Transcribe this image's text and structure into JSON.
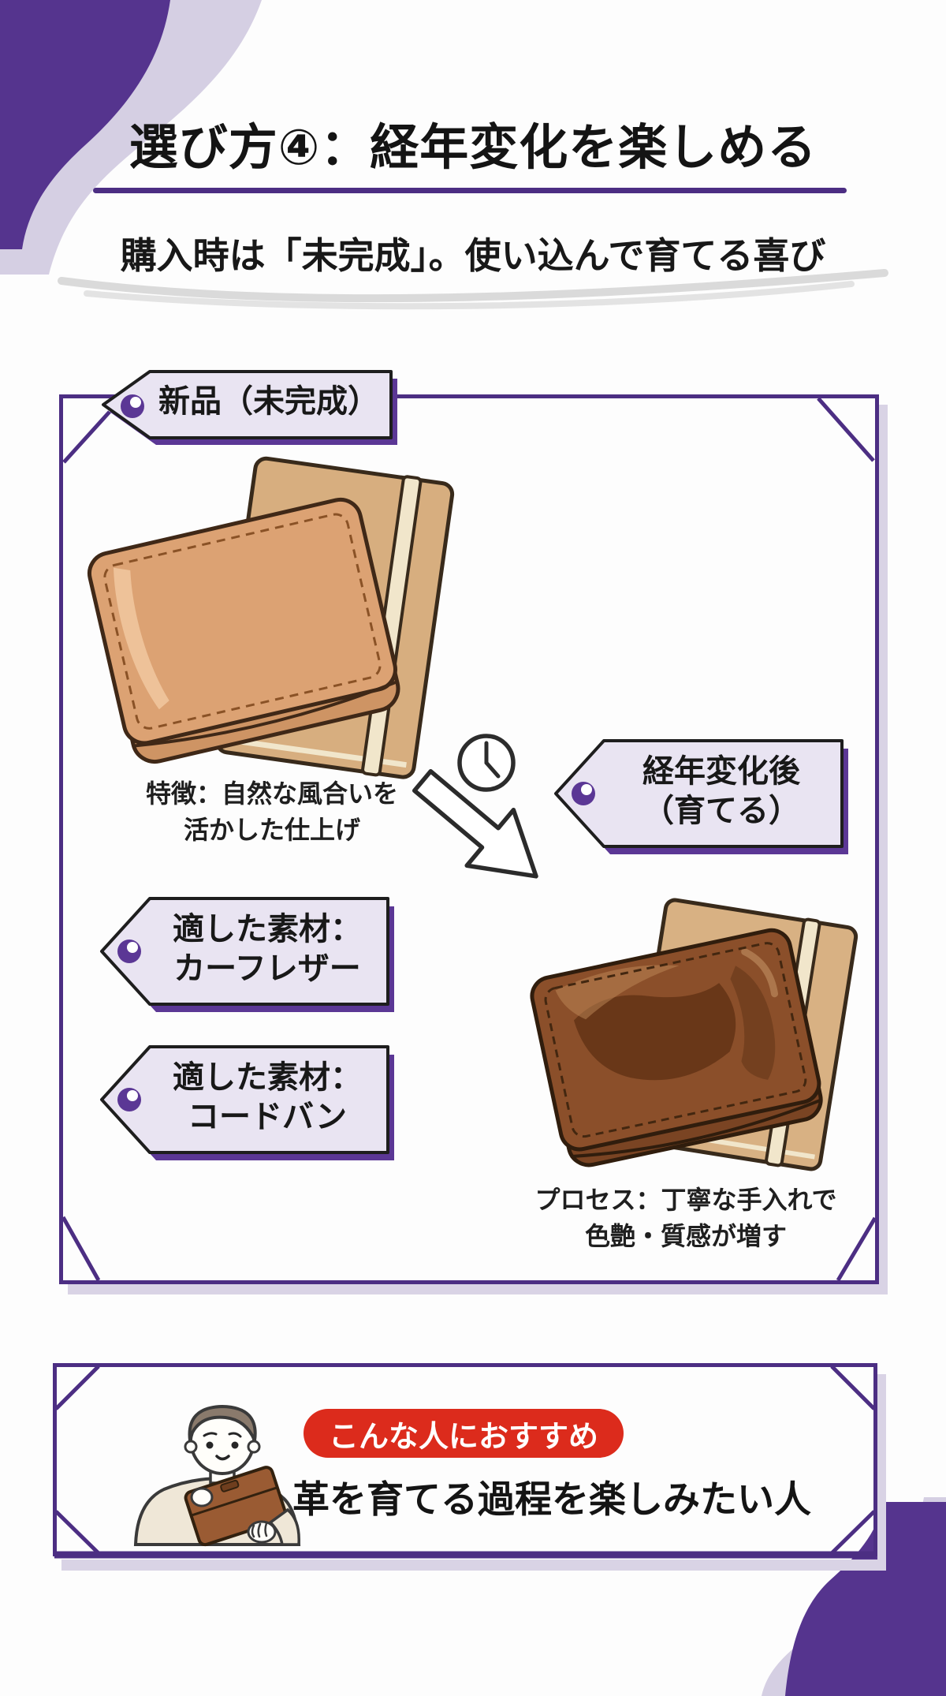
{
  "header": {
    "title": "選び方④：経年変化を楽しめる",
    "subtitle": "購入時は「未完成」。使い込んで育てる喜び"
  },
  "diagram": {
    "before_tag": {
      "label": "新品（未完成）"
    },
    "before_note": {
      "line1": "特徴：自然な風合いを",
      "line2": "活かした仕上げ"
    },
    "after_tag": {
      "line1": "経年変化後",
      "line2": "（育てる）"
    },
    "material_tag_1": {
      "line1": "適した素材：",
      "line2": "カーフレザー"
    },
    "material_tag_2": {
      "line1": "適した素材：",
      "line2": "コードバン"
    },
    "after_note": {
      "line1": "プロセス：丁寧な手入れで",
      "line2": "色艶・質感が増す"
    },
    "icons": {
      "clock": "clock-icon",
      "arrow": "arrow-down-right-icon",
      "eyelet": "tag-eyelet-icon"
    }
  },
  "recommendation": {
    "badge_label": "こんな人におすすめ",
    "text": "革を育てる過程を楽しみたい人"
  },
  "colors": {
    "primary_purple": "#4C2E83",
    "blob_purple": "#55348E",
    "tag_shadow_purple": "#5B3795",
    "lavender": "#D5CFE3",
    "tag_fill": "#E9E4F2",
    "badge_red": "#DC2B1C",
    "wallet_new_tan": "#DCA273",
    "wallet_aged_brown": "#8B4F2A",
    "text_black": "#1B1B1B"
  }
}
